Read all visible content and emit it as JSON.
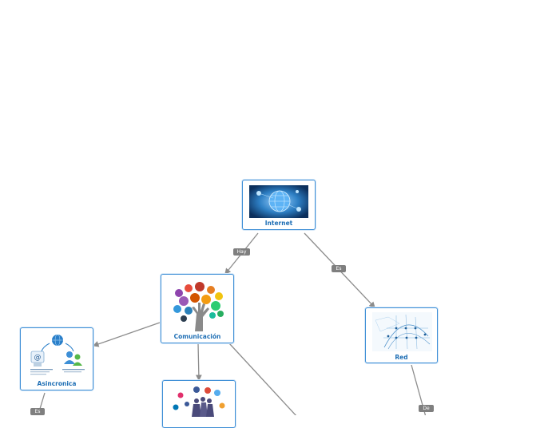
{
  "nodes": {
    "internet": {
      "title": "Internet"
    },
    "comunicacion": {
      "title": "Comunicación"
    },
    "red": {
      "title": "Red"
    },
    "asincronica": {
      "title": "Asincronica"
    },
    "sincronica": {
      "title": ""
    }
  },
  "links": {
    "hay": "Hay",
    "es_red": "Es",
    "es_asincronica": "Es",
    "de": "De"
  },
  "colors": {
    "node_border": "#3f8fd6",
    "title_text": "#1f6fb5",
    "connector": "#8c8c8c",
    "link_label_bg": "#7f7f7f"
  }
}
